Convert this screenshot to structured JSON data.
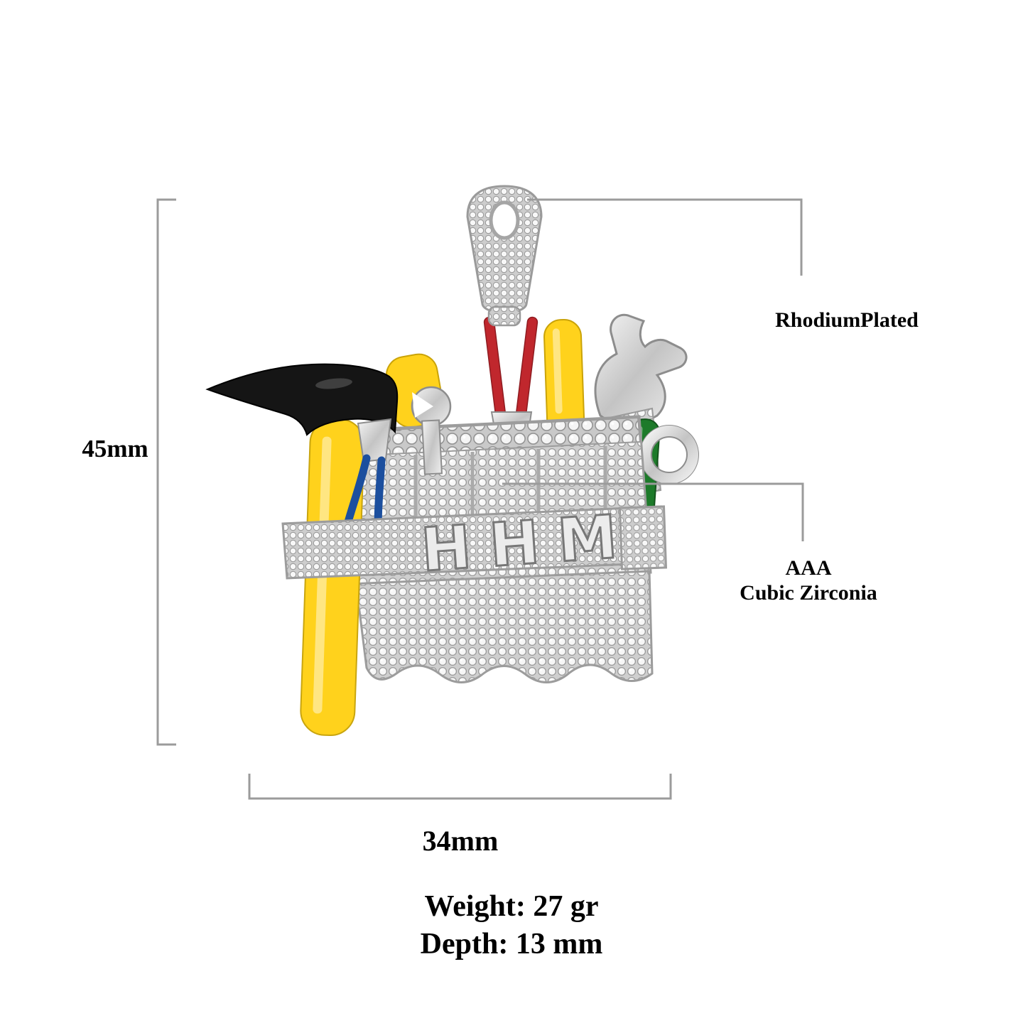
{
  "annotations": {
    "height_label": "45mm",
    "width_label": "34mm",
    "plating_label": "RhodiumPlated",
    "stone_grade": "AAA",
    "stone_type": "Cubic Zirconia",
    "weight_label": "Weight: 27 gr",
    "depth_label": "Depth: 13 mm"
  },
  "product": {
    "monogram": "HHM",
    "colors": {
      "line_gray": "#9b9b9b",
      "pave_silver": "#d9d9d9",
      "hammer_black": "#151515",
      "handle_yellow": "#ffd21c",
      "pliers_red": "#c0272d",
      "pliers_blue": "#1c4f9e",
      "screwdriver_green": "#1d7a2a"
    }
  }
}
